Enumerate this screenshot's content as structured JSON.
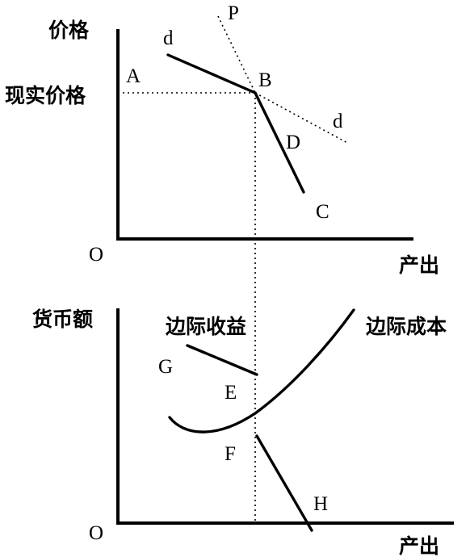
{
  "top_panel": {
    "y_axis_label": "价格",
    "price_label": "现实价格",
    "origin_label": "O",
    "x_axis_label": "产出",
    "points": {
      "A": "A",
      "B": "B",
      "C": "C",
      "D": "D",
      "P": "P",
      "d_upper": "d",
      "d_lower": "d"
    }
  },
  "bottom_panel": {
    "y_axis_label": "货币额",
    "marginal_revenue_label": "边际收益",
    "marginal_cost_label": "边际成本",
    "origin_label": "O",
    "x_axis_label": "产出",
    "points": {
      "E": "E",
      "F": "F",
      "G": "G",
      "H": "H"
    }
  }
}
